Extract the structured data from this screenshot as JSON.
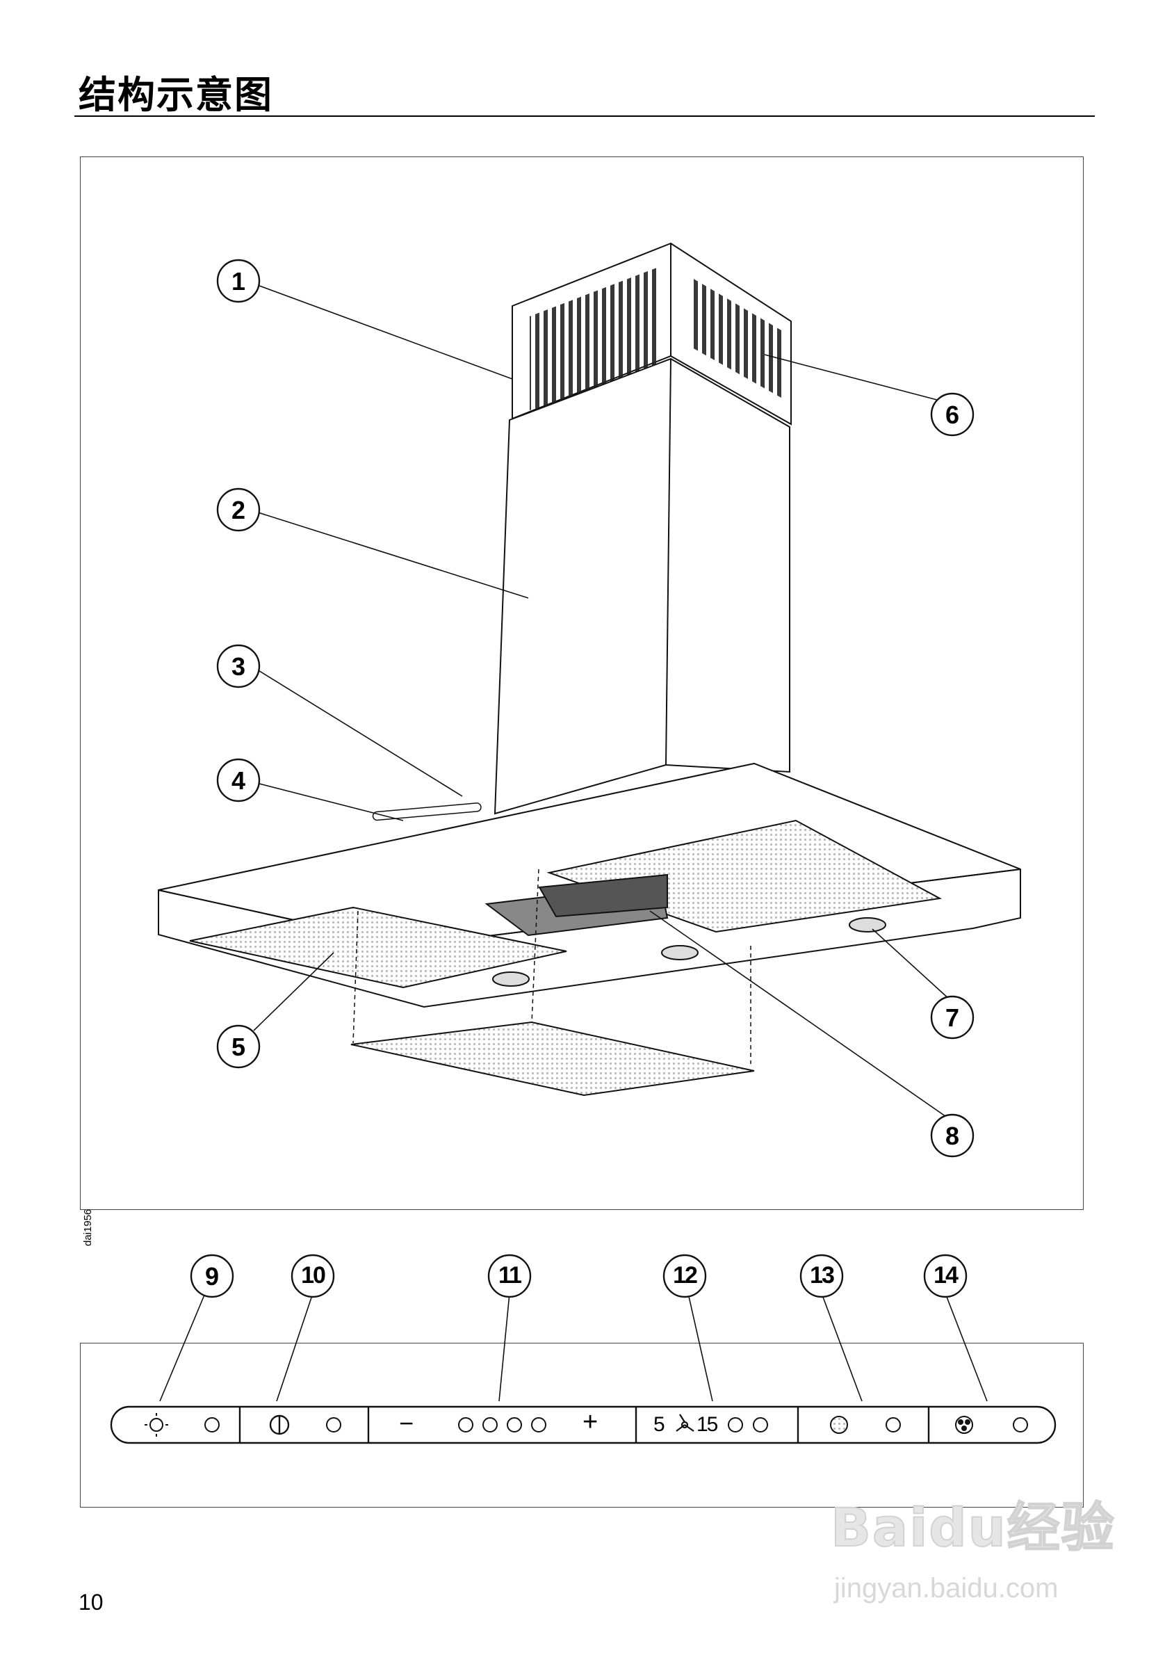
{
  "page": {
    "title": "结构示意图",
    "page_number": "10",
    "drawing_code": "dai1956"
  },
  "figure": {
    "callouts": [
      "1",
      "2",
      "3",
      "4",
      "5",
      "6",
      "7",
      "8"
    ]
  },
  "control_panel": {
    "callouts": [
      "9",
      "10",
      "11",
      "12",
      "13",
      "14"
    ],
    "minus_symbol": "−",
    "plus_symbol": "+",
    "timer_low": "5",
    "timer_high": "15"
  },
  "watermark": {
    "logo": "Baidu经验",
    "url": "jingyan.baidu.com"
  }
}
